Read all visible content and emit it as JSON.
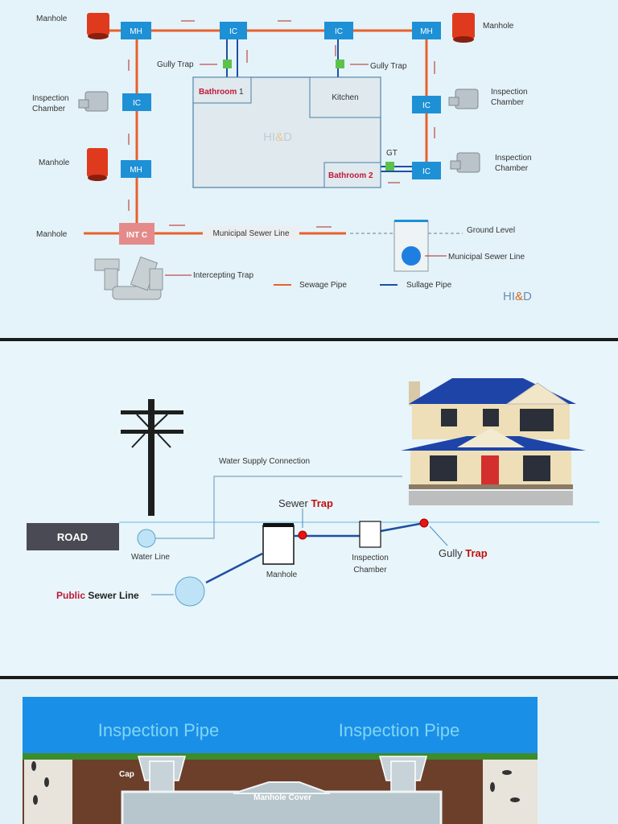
{
  "panel1": {
    "labels": {
      "manhole_tl": "Manhole",
      "manhole_tr": "Manhole",
      "manhole_ml": "Manhole",
      "manhole_bl": "Manhole",
      "insp_l_1": "Inspection",
      "insp_l_2": "Chamber",
      "insp_r1_1": "Inspection",
      "insp_r1_2": "Chamber",
      "insp_r2_1": "Inspection",
      "insp_r2_2": "Chamber",
      "gully_trap_1": "Gully Trap",
      "gully_trap_2": "Gully Trap",
      "gt": "GT",
      "ground_level": "Ground Level",
      "municipal_sewer_line_r": "Municipal Sewer Line",
      "intercepting_trap": "Intercepting Trap"
    },
    "boxes": {
      "mh": "MH",
      "ic": "IC",
      "intc": "INT C"
    },
    "rooms": {
      "bathroom1_a": "Bathroom",
      "bathroom1_b": " 1",
      "kitchen": "Kitchen",
      "bathroom2": "Bathroom 2",
      "watermark_hi": "HI",
      "watermark_amp": "&",
      "watermark_d": "D"
    },
    "municipal_sewer_line": "Municipal Sewer Line",
    "legend": {
      "sewage": "Sewage Pipe",
      "sullage": "Sullage Pipe"
    },
    "logo": {
      "hi": "HI",
      "amp": "&",
      "d": "D"
    },
    "colors": {
      "sewage": "#e8612c",
      "sullage": "#1f4fa3",
      "box": "#1e90d6",
      "intc": "#e58a8a",
      "manhole": "#e03a1e",
      "gully": "#5cc24a"
    }
  },
  "panel2": {
    "road": "ROAD",
    "water_supply_connection": "Water Supply Connection",
    "water_line": "Water Line",
    "sewer_trap_a": "Sewer ",
    "sewer_trap_b": "Trap",
    "manhole": "Manhole",
    "inspection_chamber_1": "Inspection",
    "inspection_chamber_2": "Chamber",
    "gully_trap_a": "Gully ",
    "gully_trap_b": "Trap",
    "public_sewer_a": "Public",
    "public_sewer_b": " Sewer Line"
  },
  "panel3": {
    "inspection_pipe_left": "Inspection Pipe",
    "inspection_pipe_right": "Inspection Pipe",
    "cap": "Cap",
    "manhole_cover": "Manhole Cover"
  }
}
